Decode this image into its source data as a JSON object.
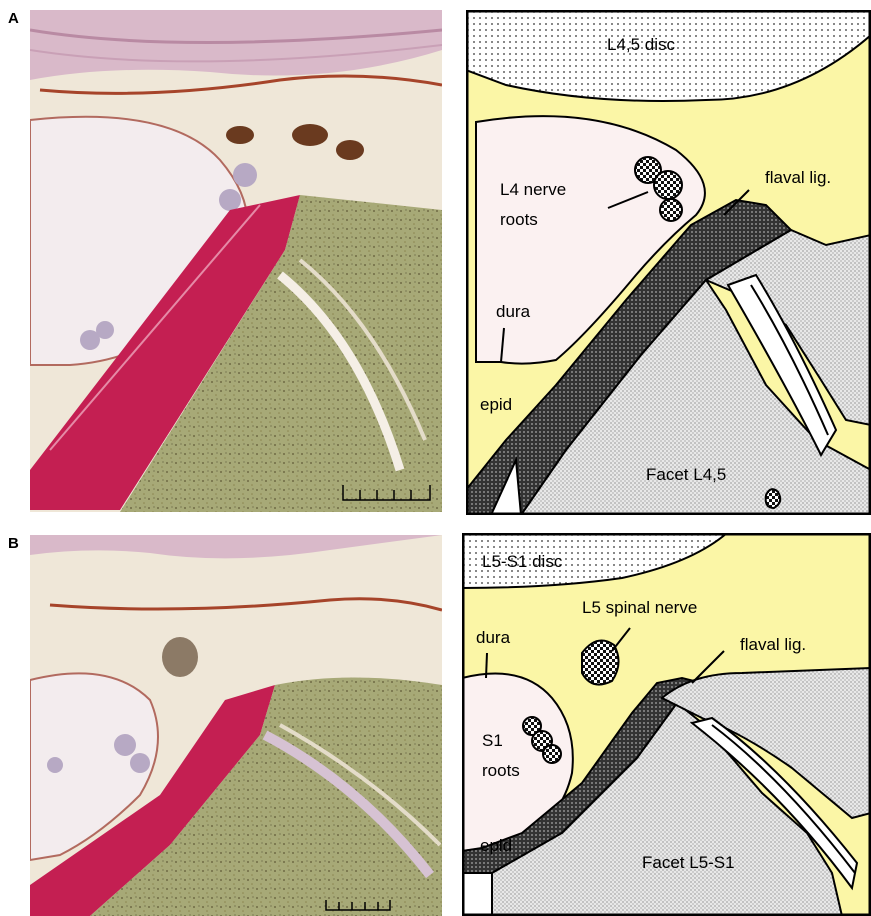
{
  "panels": [
    {
      "letter": "A",
      "labels": {
        "disc": "L4,5 disc",
        "nerve_line1": "L4 nerve",
        "nerve_line2": "roots",
        "flaval": "flaval lig.",
        "dura": "dura",
        "epid": "epid",
        "facet": "Facet L4,5"
      }
    },
    {
      "letter": "B",
      "labels": {
        "disc": "L5-S1 disc",
        "spinal_nerve": "L5 spinal nerve",
        "flaval": "flaval lig.",
        "dura": "dura",
        "roots_line1": "S1",
        "roots_line2": "roots",
        "epid": "epid",
        "facet": "Facet L5-S1"
      }
    }
  ],
  "colors": {
    "epidural_fat": "#fbf6a6",
    "dural_sac": "#fbf1f1",
    "ligament_stain": "#c41f52",
    "bone_stain": "#a4a670",
    "tissue_bg": "#efe6d6"
  }
}
